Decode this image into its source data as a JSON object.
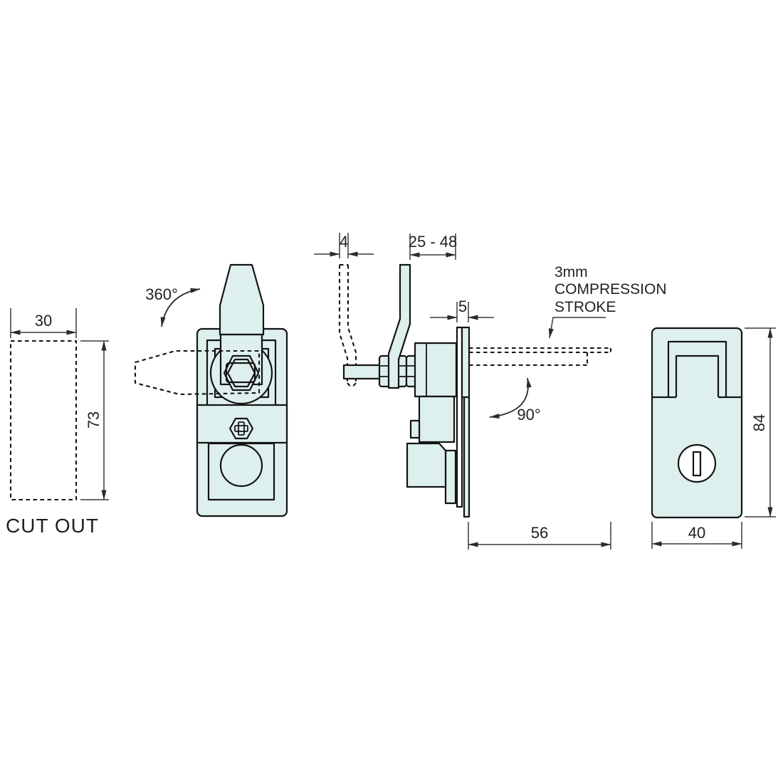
{
  "drawing": {
    "views": {
      "cutout": {
        "caption": "CUT OUT",
        "width_dim": "30",
        "height_dim": "73"
      },
      "front": {
        "handle_rotation_dim": "360°"
      },
      "side": {
        "pawl_thickness_dim": "4",
        "grip_range_dim": "25 - 48",
        "panel_thickness_dim": "5",
        "behind_panel_depth_dim": "56",
        "pawl_swing_dim": "90°",
        "compression_note_line1": "3mm",
        "compression_note_line2": "COMPRESSION",
        "compression_note_line3": "STROKE"
      },
      "back": {
        "height_dim": "84",
        "width_dim": "40"
      }
    },
    "colors": {
      "part_fill": "#def0ee",
      "outline": "#141414",
      "dimension_lines": "#3a3a3a"
    }
  }
}
